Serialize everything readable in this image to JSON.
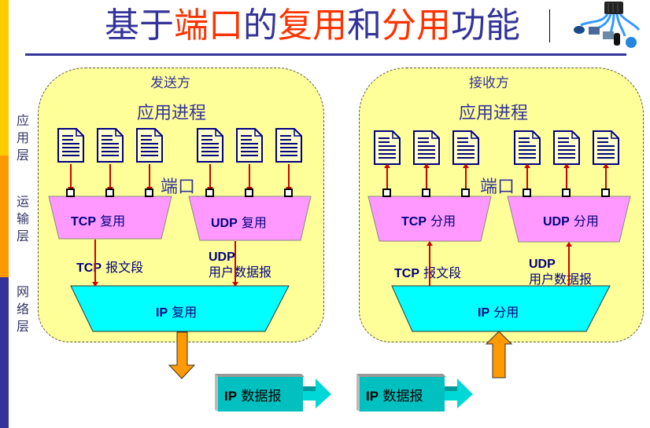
{
  "title": {
    "segments": [
      {
        "text": "基于",
        "highlight": false
      },
      {
        "text": "端口",
        "highlight": true
      },
      {
        "text": "的",
        "highlight": false
      },
      {
        "text": "复用",
        "highlight": true
      },
      {
        "text": "和",
        "highlight": false
      },
      {
        "text": "分用",
        "highlight": true
      },
      {
        "text": "功能",
        "highlight": false
      }
    ],
    "color": "#333399",
    "highlight_color": "#ff3300",
    "logo_icon": "network-servers-icon"
  },
  "sidebar_colors": [
    "#ffcc00",
    "#ff9900",
    "#333399"
  ],
  "layers": [
    {
      "label": [
        "应",
        "用",
        "层"
      ]
    },
    {
      "label": [
        "运",
        "输",
        "层"
      ]
    },
    {
      "label": [
        "网",
        "络",
        "层"
      ]
    }
  ],
  "sender": {
    "title": "发送方",
    "process_label": "应用进程",
    "port_label": "端口",
    "tcp_box": {
      "proto": "TCP",
      "action": "复用"
    },
    "udp_box": {
      "proto": "UDP",
      "action": "复用"
    },
    "tcp_segment": {
      "proto": "TCP",
      "text": "报文段"
    },
    "udp_segment": {
      "proto": "UDP",
      "text": "用户数据报"
    },
    "ip_box": {
      "proto": "IP",
      "action": "复用"
    },
    "flow": "down"
  },
  "receiver": {
    "title": "接收方",
    "process_label": "应用进程",
    "port_label": "端口",
    "tcp_box": {
      "proto": "TCP",
      "action": "分用"
    },
    "udp_box": {
      "proto": "UDP",
      "action": "分用"
    },
    "tcp_segment": {
      "proto": "TCP",
      "text": "报文段"
    },
    "udp_segment": {
      "proto": "UDP",
      "text": "用户数据报"
    },
    "ip_box": {
      "proto": "IP",
      "action": "分用"
    },
    "flow": "up"
  },
  "datagrams": [
    {
      "proto": "IP",
      "text": "数据报"
    },
    {
      "proto": "IP",
      "text": "数据报"
    }
  ],
  "colors": {
    "panel": "#ffff99",
    "transport_box": "#ff99ff",
    "ip_box": "#00ffff",
    "arrow": "#cc0000",
    "big_arrow": "#ff9900",
    "datagram": "#00c0c0"
  }
}
